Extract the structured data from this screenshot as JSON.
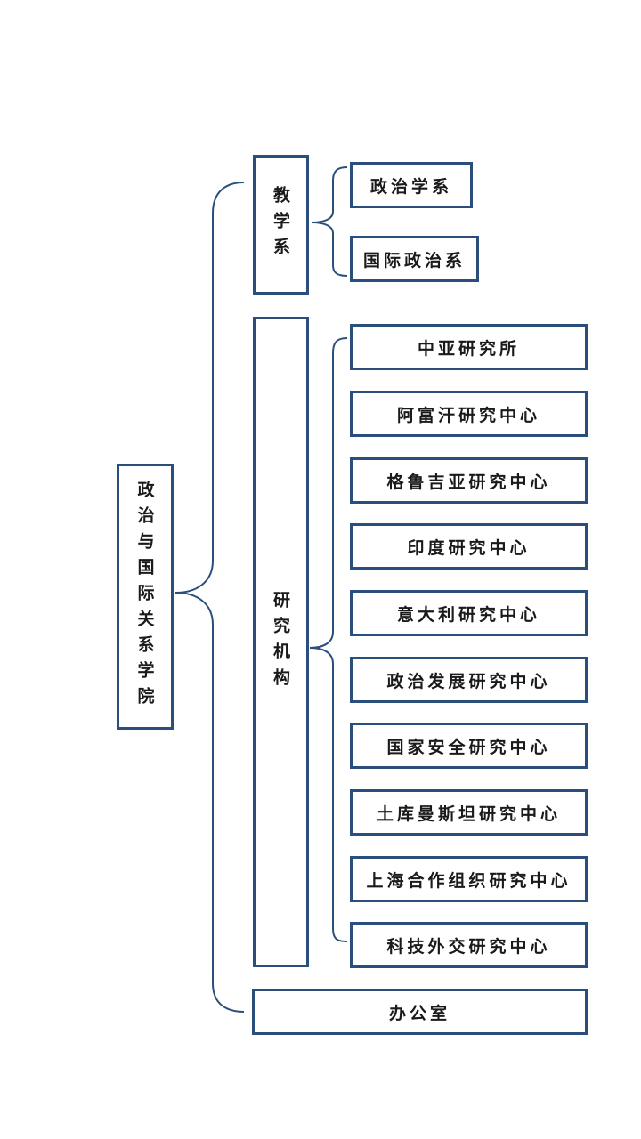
{
  "root": {
    "label": "政治与国际关系学院"
  },
  "teaching": {
    "label": "教学系",
    "children": [
      "政治学系",
      "国际政治系"
    ]
  },
  "research": {
    "label": "研究机构",
    "children": [
      "中亚研究所",
      "阿富汗研究中心",
      "格鲁吉亚研究中心",
      "印度研究中心",
      "意大利研究中心",
      "政治发展研究中心",
      "国家安全研究中心",
      "土库曼斯坦研究中心",
      "上海合作组织研究中心",
      "科技外交研究中心"
    ]
  },
  "office": {
    "label": "办公室"
  },
  "colors": {
    "border": "#2a4f7c",
    "text": "#1a1a1a"
  }
}
